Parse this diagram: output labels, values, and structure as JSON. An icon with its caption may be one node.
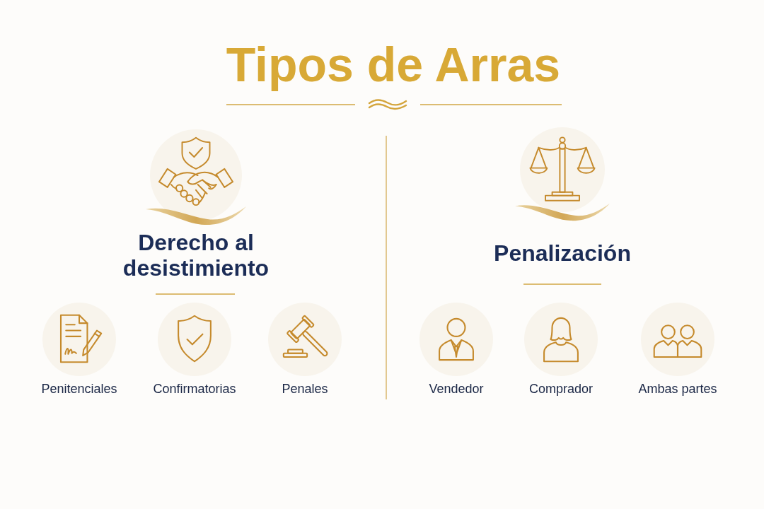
{
  "diagram": {
    "title": "Tipos de Arras",
    "nodes": [
      {
        "text": [
          "Derecho al desistimiento"
        ]
      },
      {
        "text": [
          "Penalización"
        ]
      },
      {
        "text": [
          "Penitenciales"
        ]
      },
      {
        "text": [
          "Confirmatorias"
        ]
      },
      {
        "text": [
          "Penales"
        ]
      },
      {
        "text": [
          "Vendedor"
        ]
      },
      {
        "text": [
          "Comprador"
        ]
      },
      {
        "text": [
          "Ambas partes"
        ]
      }
    ]
  }
}
